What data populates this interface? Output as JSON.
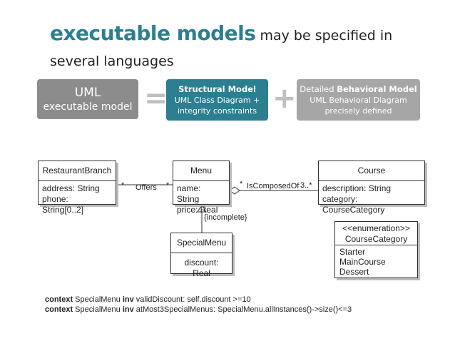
{
  "title": {
    "highlight": "executable  models",
    "rest": " may be specified in several languages"
  },
  "boxes": {
    "uml": {
      "line1": "UML",
      "line2": "executable model"
    },
    "structural": {
      "line1": "Structural Model",
      "line2": "UML Class Diagram +",
      "line3": "integrity constraints"
    },
    "behavioral": {
      "line1_prefix": "Detailed ",
      "line1_bold": "Behavioral Model",
      "line2": "UML Behavioral Diagram",
      "line3": "precisely defined"
    }
  },
  "operators": {
    "equals": "=",
    "plus": "+"
  },
  "colors": {
    "teal": "#2b7f91",
    "uml_gray": "#8c8c8c",
    "behavioral_gray": "#a6a6a6",
    "operator_gray": "#bfbfbf"
  },
  "classes": {
    "restaurant_branch": {
      "name": "RestaurantBranch",
      "attributes": [
        "address: String",
        "phone: String[0..2]"
      ]
    },
    "menu": {
      "name": "Menu",
      "attributes": [
        "name: String",
        "price: Real"
      ]
    },
    "course": {
      "name": "Course",
      "attributes": [
        "description: String",
        "category: CourseCategory"
      ]
    },
    "special_menu": {
      "name": "SpecialMenu",
      "attributes": [
        "discount: Real"
      ]
    },
    "course_category": {
      "stereotype": "<<enumeration>>",
      "name": "CourseCategory",
      "literals": [
        "Starter",
        "MainCourse",
        "Dessert"
      ]
    }
  },
  "associations": {
    "offers": {
      "name": "Offers",
      "mult_left": "*",
      "mult_right": "*"
    },
    "is_composed_of": {
      "name": "IsComposedOf",
      "mult_left": "*",
      "mult_right": "3..*"
    },
    "generalization_constraint": "{incomplete}"
  },
  "ocl": [
    {
      "kw1": "context",
      "ctx": " SpecialMenu ",
      "kw2": "inv",
      "body": " validDiscount: self.discount >=10"
    },
    {
      "kw1": "context",
      "ctx": " SpecialMenu ",
      "kw2": "inv",
      "body": " atMost3SpecialMenus: SpecialMenu.allInstances()->size()<=3"
    }
  ]
}
